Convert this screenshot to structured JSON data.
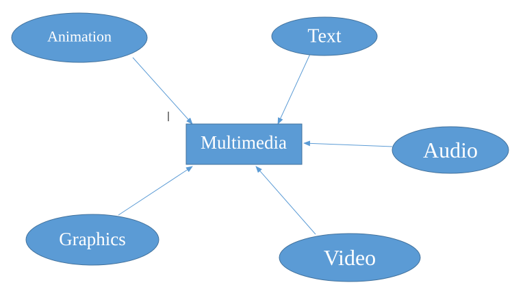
{
  "diagram": {
    "center": {
      "label": "Multimedia"
    },
    "nodes": [
      {
        "id": "animation",
        "label": "Animation"
      },
      {
        "id": "text",
        "label": "Text"
      },
      {
        "id": "audio",
        "label": "Audio"
      },
      {
        "id": "graphics",
        "label": "Graphics"
      },
      {
        "id": "video",
        "label": "Video"
      }
    ],
    "colors": {
      "fill": "#5b9bd5",
      "border": "#41719c",
      "label": "#ffffff",
      "arrow": "#5b9bd5"
    }
  }
}
